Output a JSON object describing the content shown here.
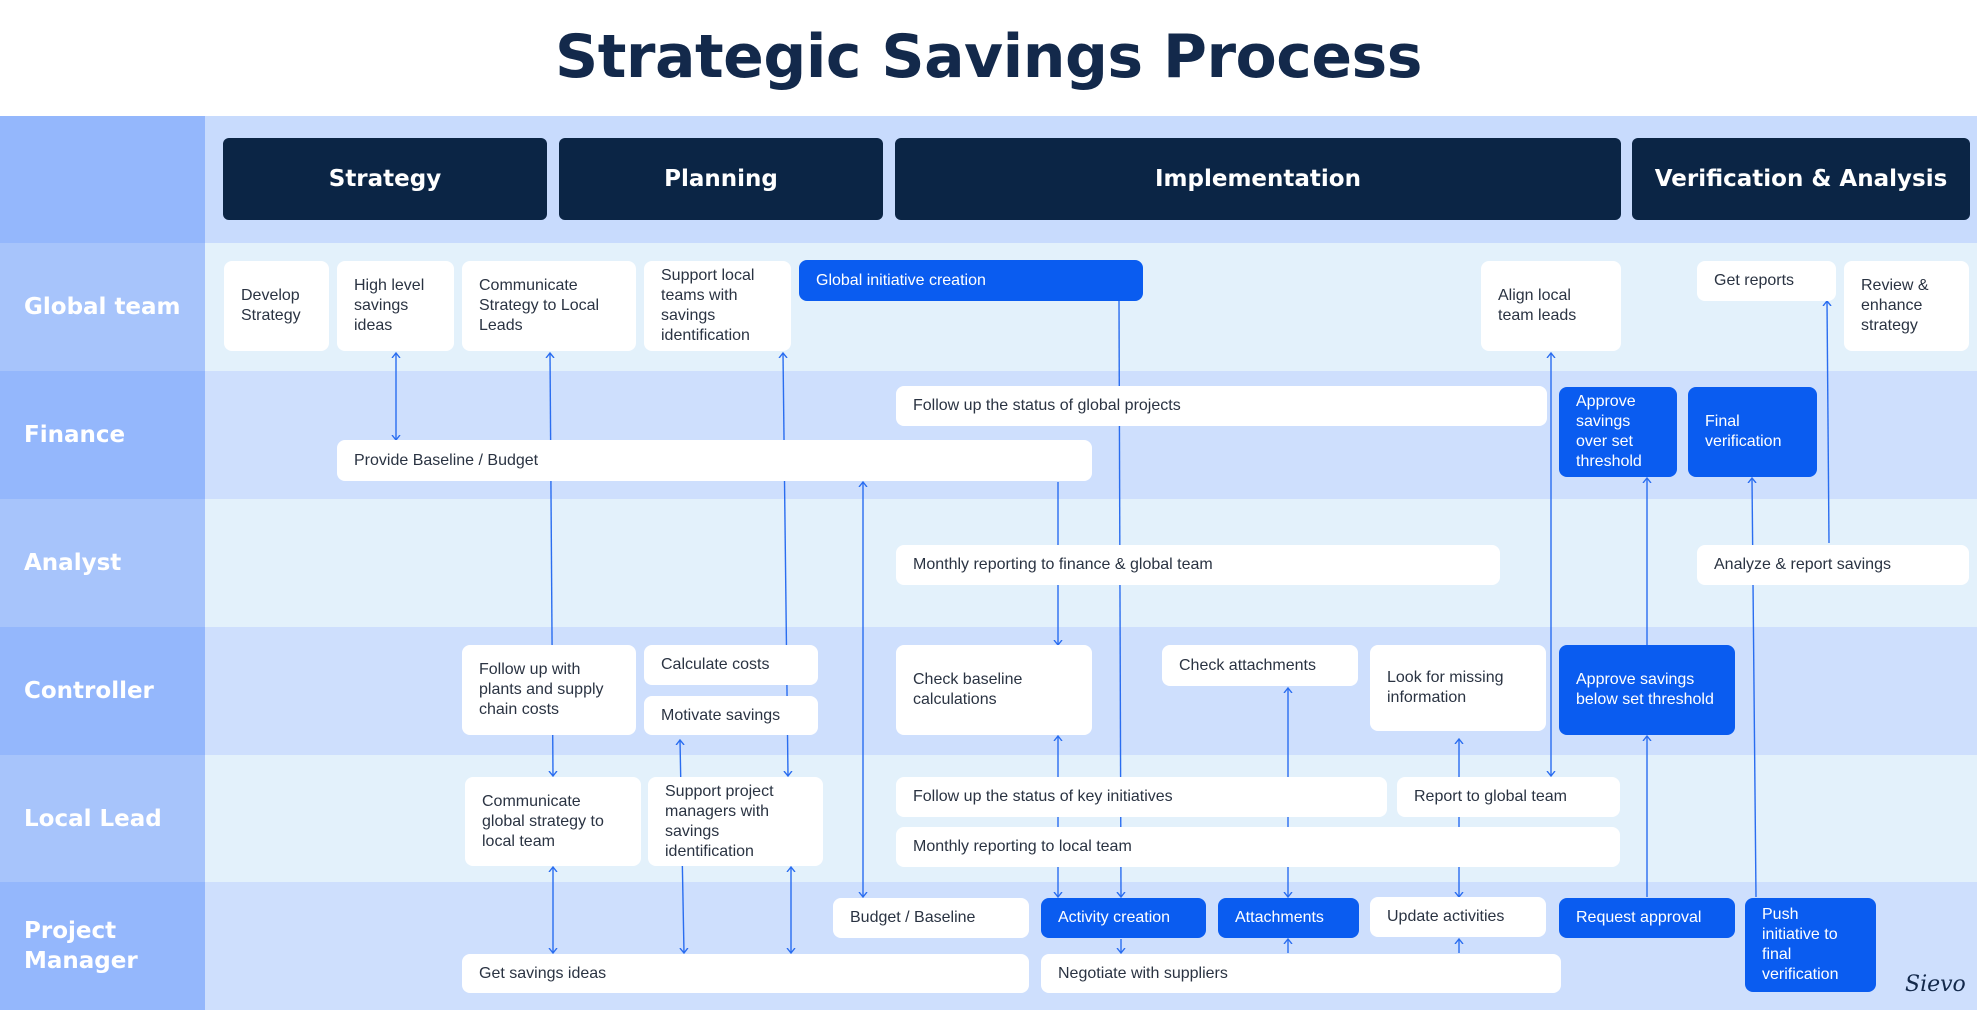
{
  "title": "Strategic Savings Process",
  "colors": {
    "dark_navy": "#0b2545",
    "accent_blue": "#0a5cf0",
    "lane_light": "#e3f1fb",
    "lane_mid": "#cedffd",
    "header_band": "#c8dbfd",
    "arrow": "#2a6df0"
  },
  "phases": [
    "Strategy",
    "Planning",
    "Implementation",
    "Verification & Analysis"
  ],
  "lanes": [
    "Global team",
    "Finance",
    "Analyst",
    "Controller",
    "Local Lead",
    "Project Manager"
  ],
  "boxes": {
    "develop_strategy": "Develop Strategy",
    "high_level_savings": "High level savings ideas",
    "communicate_strategy": "Communicate Strategy to Local Leads",
    "support_local_teams": "Support local teams with savings identification",
    "global_initiative_creation": "Global initiative creation",
    "align_local_leads": "Align local team leads",
    "get_reports": "Get reports",
    "review_enhance": "Review & enhance strategy",
    "follow_up_global": "Follow up the status of global projects",
    "provide_baseline": "Provide Baseline / Budget",
    "approve_over": "Approve savings over set threshold",
    "final_verification": "Final verification",
    "monthly_reporting_finance": "Monthly reporting to finance & global team",
    "analyze_report": "Analyze & report savings",
    "follow_up_plants": "Follow up with plants and supply chain costs",
    "calculate_costs": "Calculate costs",
    "motivate_savings": "Motivate savings",
    "check_baseline": "Check baseline calculations",
    "check_attachments": "Check attachments",
    "look_missing": "Look for missing information",
    "approve_below": "Approve savings below set threshold",
    "communicate_global": "Communicate global strategy to local team",
    "support_pm": "Support project managers with savings identification",
    "follow_up_key": "Follow up the status of key initiatives",
    "report_global": "Report to global team",
    "monthly_reporting_local": "Monthly reporting to local team",
    "budget_baseline": "Budget / Baseline",
    "activity_creation": "Activity creation",
    "attachments": "Attachments",
    "update_activities": "Update activities",
    "request_approval": "Request approval",
    "push_initiative": "Push initiative to final verification",
    "get_savings_ideas": "Get savings ideas",
    "negotiate_suppliers": "Negotiate with suppliers"
  },
  "logo": "Sievo"
}
